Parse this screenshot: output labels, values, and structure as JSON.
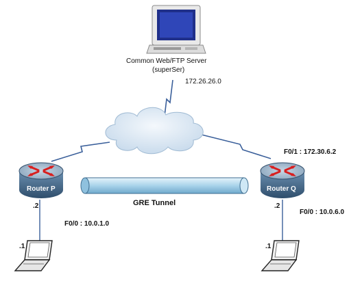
{
  "server": {
    "title_line1": "Common Web/FTP Server",
    "title_line2": "(superSer)",
    "subnet": "172.26.26.0"
  },
  "router_p": {
    "label": "Router P",
    "host_id": ".2",
    "interface": "F0/0 : 10.0.1.0",
    "laptop_host_id": ".1"
  },
  "router_q": {
    "label": "Router Q",
    "host_id": ".2",
    "interface_wan": "F0/1 : 172.30.6.2",
    "interface_lan": "F0/0 : 10.0.6.0",
    "laptop_host_id": ".1"
  },
  "tunnel": {
    "label": "GRE Tunnel"
  },
  "colors": {
    "router_body": "#4d6f8f",
    "tunnel": "#b8dcef",
    "link": "#3a5f9a",
    "cloud": "#d7e5f1"
  }
}
